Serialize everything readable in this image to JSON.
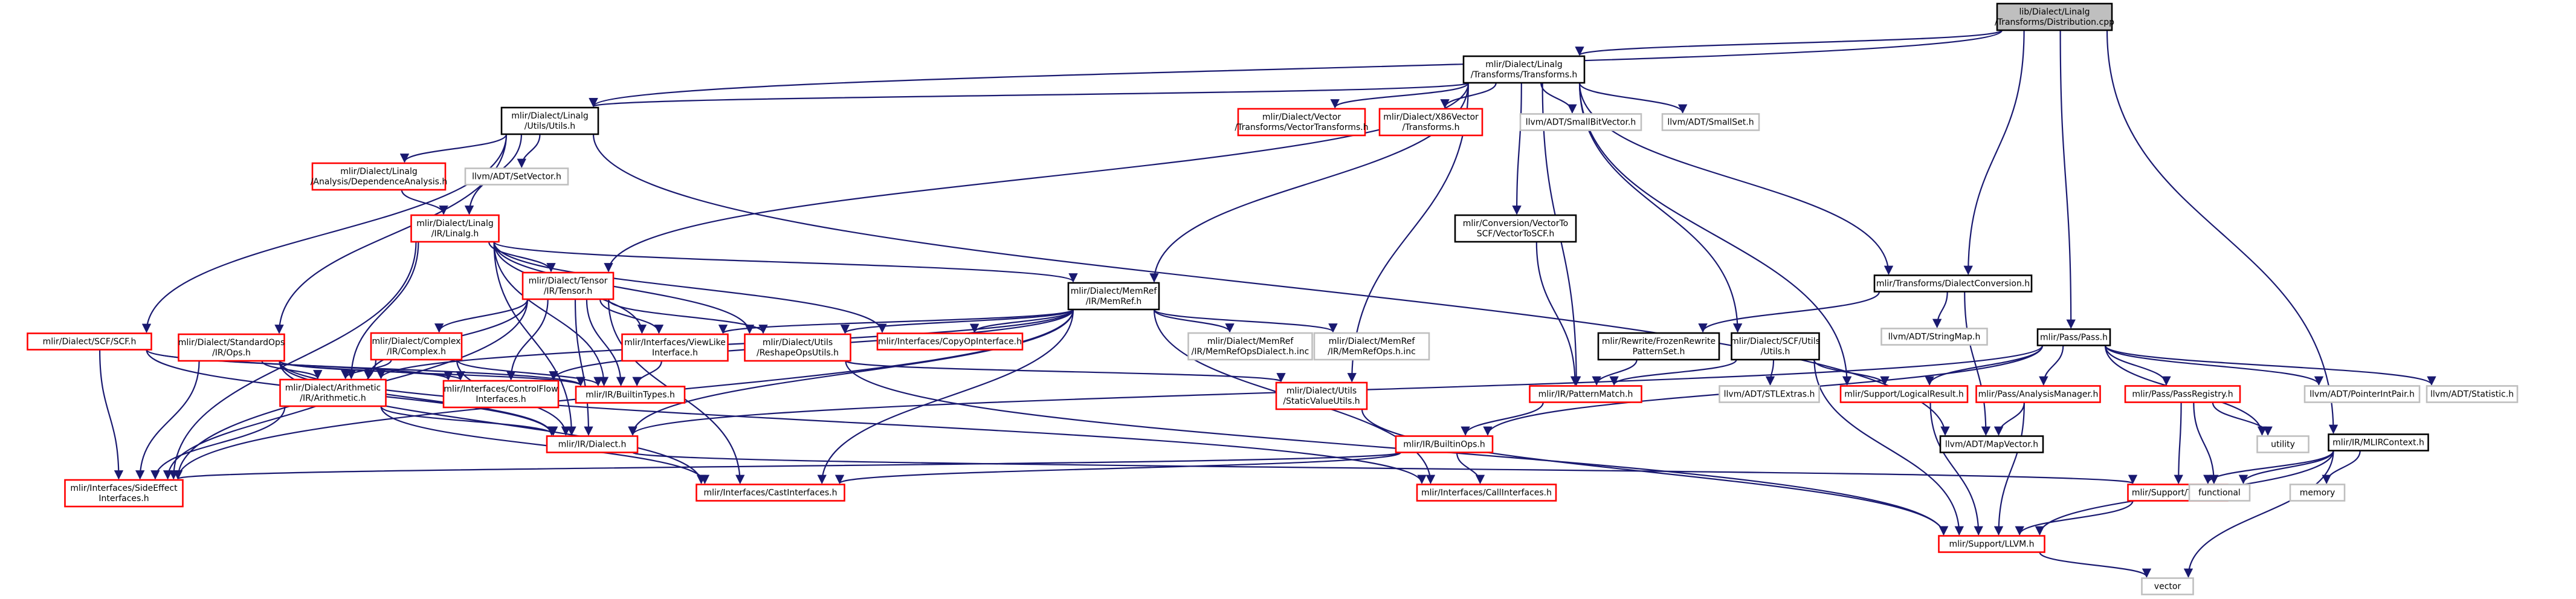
{
  "colors": {
    "root_fill": "#bfbfbf",
    "black_border": "#000000",
    "red_border": "#ff0000",
    "grey_border": "#bfbfbf",
    "edge": "#191970",
    "system_text": "#404040"
  },
  "nodes": [
    {
      "id": "root",
      "lines": [
        "lib/Dialect/Linalg",
        "/Transforms/Distribution.cpp"
      ],
      "style": "root"
    },
    {
      "id": "transforms",
      "lines": [
        "mlir/Dialect/Linalg",
        "/Transforms/Transforms.h"
      ],
      "style": "black"
    },
    {
      "id": "utils",
      "lines": [
        "mlir/Dialect/Linalg",
        "/Utils/Utils.h"
      ],
      "style": "black"
    },
    {
      "id": "vectortransforms",
      "lines": [
        "mlir/Dialect/Vector",
        "/Transforms/VectorTransforms.h"
      ],
      "style": "red"
    },
    {
      "id": "x86vector",
      "lines": [
        "mlir/Dialect/X86Vector",
        "/Transforms.h"
      ],
      "style": "red"
    },
    {
      "id": "smallbitvector",
      "lines": [
        "llvm/ADT/SmallBitVector.h"
      ],
      "style": "grey"
    },
    {
      "id": "smallset",
      "lines": [
        "llvm/ADT/SmallSet.h"
      ],
      "style": "grey"
    },
    {
      "id": "depanalysis",
      "lines": [
        "mlir/Dialect/Linalg",
        "/Analysis/DependenceAnalysis.h"
      ],
      "style": "red"
    },
    {
      "id": "setvector",
      "lines": [
        "llvm/ADT/SetVector.h"
      ],
      "style": "grey"
    },
    {
      "id": "vectortoscf",
      "lines": [
        "mlir/Conversion/VectorTo",
        "SCF/VectorToSCF.h"
      ],
      "style": "black"
    },
    {
      "id": "linalg",
      "lines": [
        "mlir/Dialect/Linalg",
        "/IR/Linalg.h"
      ],
      "style": "red"
    },
    {
      "id": "memref",
      "lines": [
        "mlir/Dialect/MemRef",
        "/IR/MemRef.h"
      ],
      "style": "black"
    },
    {
      "id": "dialectconversion",
      "lines": [
        "mlir/Transforms/DialectConversion.h"
      ],
      "style": "black"
    },
    {
      "id": "tensor",
      "lines": [
        "mlir/Dialect/Tensor",
        "/IR/Tensor.h"
      ],
      "style": "red"
    },
    {
      "id": "standardops",
      "lines": [
        "mlir/Dialect/StandardOps",
        "/IR/Ops.h"
      ],
      "style": "red"
    },
    {
      "id": "scf",
      "lines": [
        "mlir/Dialect/SCF/SCF.h"
      ],
      "style": "red"
    },
    {
      "id": "complex",
      "lines": [
        "mlir/Dialect/Complex",
        "/IR/Complex.h"
      ],
      "style": "red"
    },
    {
      "id": "viewlike",
      "lines": [
        "mlir/Interfaces/ViewLike",
        "Interface.h"
      ],
      "style": "red"
    },
    {
      "id": "reshapeops",
      "lines": [
        "mlir/Dialect/Utils",
        "/ReshapeOpsUtils.h"
      ],
      "style": "red"
    },
    {
      "id": "copyop",
      "lines": [
        "mlir/Interfaces/CopyOpInterface.h"
      ],
      "style": "red"
    },
    {
      "id": "memrefopsdialect",
      "lines": [
        "mlir/Dialect/MemRef",
        "/IR/MemRefOpsDialect.h.inc"
      ],
      "style": "grey"
    },
    {
      "id": "memrefops",
      "lines": [
        "mlir/Dialect/MemRef",
        "/IR/MemRefOps.h.inc"
      ],
      "style": "grey"
    },
    {
      "id": "frozenrewrite",
      "lines": [
        "mlir/Rewrite/FrozenRewrite",
        "PatternSet.h"
      ],
      "style": "black"
    },
    {
      "id": "scfutils",
      "lines": [
        "mlir/Dialect/SCF/Utils",
        "/Utils.h"
      ],
      "style": "black"
    },
    {
      "id": "stringmap",
      "lines": [
        "llvm/ADT/StringMap.h"
      ],
      "style": "grey"
    },
    {
      "id": "pass",
      "lines": [
        "mlir/Pass/Pass.h"
      ],
      "style": "black"
    },
    {
      "id": "arithmetic",
      "lines": [
        "mlir/Dialect/Arithmetic",
        "/IR/Arithmetic.h"
      ],
      "style": "red"
    },
    {
      "id": "controlflow",
      "lines": [
        "mlir/Interfaces/ControlFlow",
        "Interfaces.h"
      ],
      "style": "red"
    },
    {
      "id": "builtintypes",
      "lines": [
        "mlir/IR/BuiltinTypes.h"
      ],
      "style": "red"
    },
    {
      "id": "staticvalue",
      "lines": [
        "mlir/Dialect/Utils",
        "/StaticValueUtils.h"
      ],
      "style": "red"
    },
    {
      "id": "patternmatch",
      "lines": [
        "mlir/IR/PatternMatch.h"
      ],
      "style": "red"
    },
    {
      "id": "stlextras",
      "lines": [
        "llvm/ADT/STLExtras.h"
      ],
      "style": "grey"
    },
    {
      "id": "logicalresult",
      "lines": [
        "mlir/Support/LogicalResult.h"
      ],
      "style": "red"
    },
    {
      "id": "passanalysis",
      "lines": [
        "mlir/Pass/AnalysisManager.h"
      ],
      "style": "red"
    },
    {
      "id": "passregistry",
      "lines": [
        "mlir/Pass/PassRegistry.h"
      ],
      "style": "red"
    },
    {
      "id": "pointerintpair",
      "lines": [
        "llvm/ADT/PointerIntPair.h"
      ],
      "style": "grey"
    },
    {
      "id": "statistic",
      "lines": [
        "llvm/ADT/Statistic.h"
      ],
      "style": "grey"
    },
    {
      "id": "dialect",
      "lines": [
        "mlir/IR/Dialect.h"
      ],
      "style": "red"
    },
    {
      "id": "builtinops",
      "lines": [
        "mlir/IR/BuiltinOps.h"
      ],
      "style": "red"
    },
    {
      "id": "mapvector",
      "lines": [
        "llvm/ADT/MapVector.h"
      ],
      "style": "black"
    },
    {
      "id": "utility",
      "lines": [
        "utility"
      ],
      "style": "grey"
    },
    {
      "id": "mlircontext",
      "lines": [
        "mlir/IR/MLIRContext.h"
      ],
      "style": "black"
    },
    {
      "id": "sideeffect",
      "lines": [
        "mlir/Interfaces/SideEffect",
        "Interfaces.h"
      ],
      "style": "red"
    },
    {
      "id": "castinterfaces",
      "lines": [
        "mlir/Interfaces/CastInterfaces.h"
      ],
      "style": "red"
    },
    {
      "id": "callinterfaces",
      "lines": [
        "mlir/Interfaces/CallInterfaces.h"
      ],
      "style": "red"
    },
    {
      "id": "typeid",
      "lines": [
        "mlir/Support/TypeID.h"
      ],
      "style": "red"
    },
    {
      "id": "functional",
      "lines": [
        "functional"
      ],
      "style": "grey"
    },
    {
      "id": "memory",
      "lines": [
        "memory"
      ],
      "style": "grey"
    },
    {
      "id": "llvmh",
      "lines": [
        "mlir/Support/LLVM.h"
      ],
      "style": "red"
    },
    {
      "id": "vector",
      "lines": [
        "vector"
      ],
      "style": "grey"
    }
  ],
  "edges": [
    [
      "root",
      "transforms"
    ],
    [
      "root",
      "dialectconversion"
    ],
    [
      "root",
      "pass"
    ],
    [
      "root",
      "mlircontext"
    ],
    [
      "root",
      "utils"
    ],
    [
      "transforms",
      "utils"
    ],
    [
      "transforms",
      "vectortransforms"
    ],
    [
      "transforms",
      "x86vector"
    ],
    [
      "transforms",
      "smallbitvector"
    ],
    [
      "transforms",
      "smallset"
    ],
    [
      "transforms",
      "vectortoscf"
    ],
    [
      "transforms",
      "memref"
    ],
    [
      "transforms",
      "tensor"
    ],
    [
      "transforms",
      "dialectconversion"
    ],
    [
      "transforms",
      "scfutils"
    ],
    [
      "transforms",
      "patternmatch"
    ],
    [
      "transforms",
      "staticvalue"
    ],
    [
      "transforms",
      "logicalresult"
    ],
    [
      "utils",
      "depanalysis"
    ],
    [
      "utils",
      "setvector"
    ],
    [
      "utils",
      "linalg"
    ],
    [
      "utils",
      "scf"
    ],
    [
      "utils",
      "standardops"
    ],
    [
      "utils",
      "mapvector"
    ],
    [
      "depanalysis",
      "linalg"
    ],
    [
      "vectortoscf",
      "patternmatch"
    ],
    [
      "linalg",
      "tensor"
    ],
    [
      "linalg",
      "memref"
    ],
    [
      "linalg",
      "viewlike"
    ],
    [
      "linalg",
      "reshapeops"
    ],
    [
      "linalg",
      "copyop"
    ],
    [
      "linalg",
      "arithmetic"
    ],
    [
      "linalg",
      "builtintypes"
    ],
    [
      "linalg",
      "sideeffect"
    ],
    [
      "linalg",
      "dialect"
    ],
    [
      "memref",
      "viewlike"
    ],
    [
      "memref",
      "reshapeops"
    ],
    [
      "memref",
      "copyop"
    ],
    [
      "memref",
      "memrefopsdialect"
    ],
    [
      "memref",
      "memrefops"
    ],
    [
      "memref",
      "arithmetic"
    ],
    [
      "memref",
      "controlflow"
    ],
    [
      "memref",
      "dialect"
    ],
    [
      "memref",
      "castinterfaces"
    ],
    [
      "memref",
      "callinterfaces"
    ],
    [
      "memref",
      "sideeffect"
    ],
    [
      "tensor",
      "complex"
    ],
    [
      "tensor",
      "viewlike"
    ],
    [
      "tensor",
      "reshapeops"
    ],
    [
      "tensor",
      "arithmetic"
    ],
    [
      "tensor",
      "controlflow"
    ],
    [
      "tensor",
      "builtintypes"
    ],
    [
      "tensor",
      "castinterfaces"
    ],
    [
      "tensor",
      "dialect"
    ],
    [
      "tensor",
      "sideeffect"
    ],
    [
      "standardops",
      "arithmetic"
    ],
    [
      "standardops",
      "controlflow"
    ],
    [
      "standardops",
      "builtintypes"
    ],
    [
      "standardops",
      "castinterfaces"
    ],
    [
      "standardops",
      "callinterfaces"
    ],
    [
      "standardops",
      "sideeffect"
    ],
    [
      "standardops",
      "dialect"
    ],
    [
      "scf",
      "controlflow"
    ],
    [
      "scf",
      "builtintypes"
    ],
    [
      "scf",
      "sideeffect"
    ],
    [
      "scf",
      "dialect"
    ],
    [
      "complex",
      "arithmetic"
    ],
    [
      "complex",
      "builtintypes"
    ],
    [
      "complex",
      "sideeffect"
    ],
    [
      "complex",
      "dialect"
    ],
    [
      "viewlike",
      "builtintypes"
    ],
    [
      "reshapeops",
      "staticvalue"
    ],
    [
      "reshapeops",
      "llvmh"
    ],
    [
      "arithmetic",
      "dialect"
    ],
    [
      "arithmetic",
      "castinterfaces"
    ],
    [
      "arithmetic",
      "sideeffect"
    ],
    [
      "dialectconversion",
      "frozenrewrite"
    ],
    [
      "dialectconversion",
      "stringmap"
    ],
    [
      "dialectconversion",
      "mapvector"
    ],
    [
      "frozenrewrite",
      "patternmatch"
    ],
    [
      "scfutils",
      "logicalresult"
    ],
    [
      "scfutils",
      "stlextras"
    ],
    [
      "scfutils",
      "patternmatch"
    ],
    [
      "scfutils",
      "llvmh"
    ],
    [
      "pass",
      "passanalysis"
    ],
    [
      "pass",
      "passregistry"
    ],
    [
      "pass",
      "pointerintpair"
    ],
    [
      "pass",
      "statistic"
    ],
    [
      "pass",
      "logicalresult"
    ],
    [
      "pass",
      "dialect"
    ],
    [
      "pass",
      "builtinops"
    ],
    [
      "pass",
      "utility"
    ],
    [
      "staticvalue",
      "llvmh"
    ],
    [
      "patternmatch",
      "builtinops"
    ],
    [
      "logicalresult",
      "llvmh"
    ],
    [
      "passanalysis",
      "mapvector"
    ],
    [
      "passanalysis",
      "llvmh"
    ],
    [
      "passregistry",
      "functional"
    ],
    [
      "passregistry",
      "utility"
    ],
    [
      "passregistry",
      "typeid"
    ],
    [
      "dialect",
      "typeid"
    ],
    [
      "builtinops",
      "callinterfaces"
    ],
    [
      "builtinops",
      "castinterfaces"
    ],
    [
      "builtinops",
      "sideeffect"
    ],
    [
      "mlircontext",
      "typeid"
    ],
    [
      "mlircontext",
      "functional"
    ],
    [
      "mlircontext",
      "memory"
    ],
    [
      "mlircontext",
      "vector"
    ],
    [
      "mlircontext",
      "llvmh"
    ],
    [
      "typeid",
      "llvmh"
    ],
    [
      "llvmh",
      "vector"
    ]
  ]
}
